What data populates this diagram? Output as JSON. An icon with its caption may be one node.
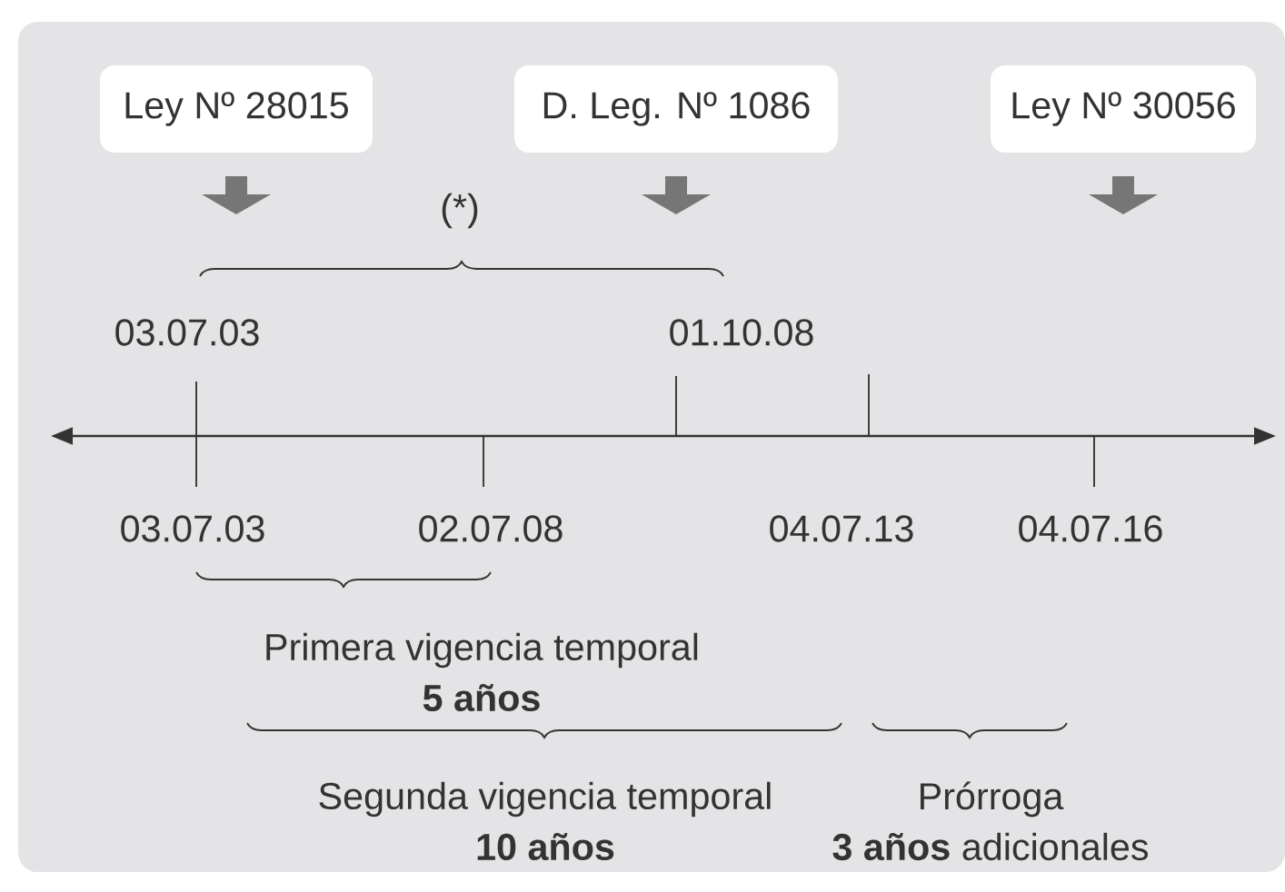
{
  "diagram": {
    "nodes": [
      {
        "text": [
          "Ley Nº 28015"
        ]
      },
      {
        "text": [
          "D. Leg. Nº 1086"
        ]
      },
      {
        "text": [
          "Ley Nº 30056"
        ]
      }
    ],
    "labels": [
      "(*)",
      "03.07.03",
      "01.10.08",
      "03.07.03",
      "02.07.08",
      "04.07.13",
      "04.07.16",
      "Primera vigencia temporal",
      "5 años",
      "Segunda vigencia temporal",
      "10 años",
      "Prórroga",
      "**3 años** adicionales"
    ]
  }
}
